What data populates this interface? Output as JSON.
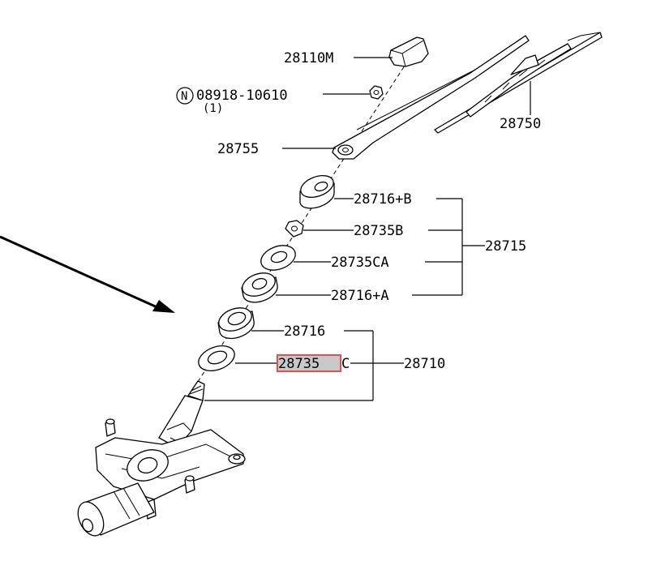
{
  "parts": {
    "p28110M": "28110M",
    "p08918": "08918-10610",
    "p08918_qty": "(1)",
    "p08918_prefix": "N",
    "p28750": "28750",
    "p28755": "28755",
    "p28716B": "28716+B",
    "p28735B": "28735B",
    "p28735CA": "28735CA",
    "p28716A": "28716+A",
    "p28715": "28715",
    "p28716": "28716",
    "p28735C_hl": "28735",
    "p28735C_tail": "C",
    "p28710": "28710"
  },
  "highlight_color": "#e05050",
  "highlight_fill": "#c8c8c8"
}
